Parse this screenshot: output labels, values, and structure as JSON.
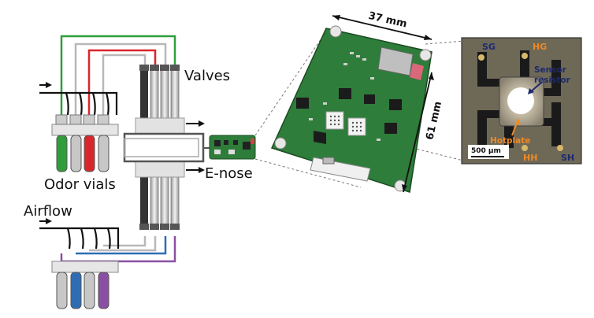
{
  "labels": {
    "valves": "Valves",
    "enose": "E-nose",
    "odor_vials": "Odor vials",
    "airflow": "Airflow",
    "board_width": "37 mm",
    "board_height": "61 mm"
  },
  "sensor": {
    "sg": "SG",
    "hg": "HG",
    "hh": "HH",
    "sh": "SH",
    "resistor_line1": "Sensor",
    "resistor_line2": "resistor",
    "hotplate": "Hotplate",
    "scale": "500 µm"
  },
  "colors": {
    "green": "#2f9e3a",
    "gray": "#b8b8b8",
    "red": "#d9262c",
    "blue": "#2e6db4",
    "purple": "#8a4fa3",
    "pcb": "#2e7d3a",
    "label_orange": "#f08a24",
    "label_navy": "#1d2a6e"
  }
}
